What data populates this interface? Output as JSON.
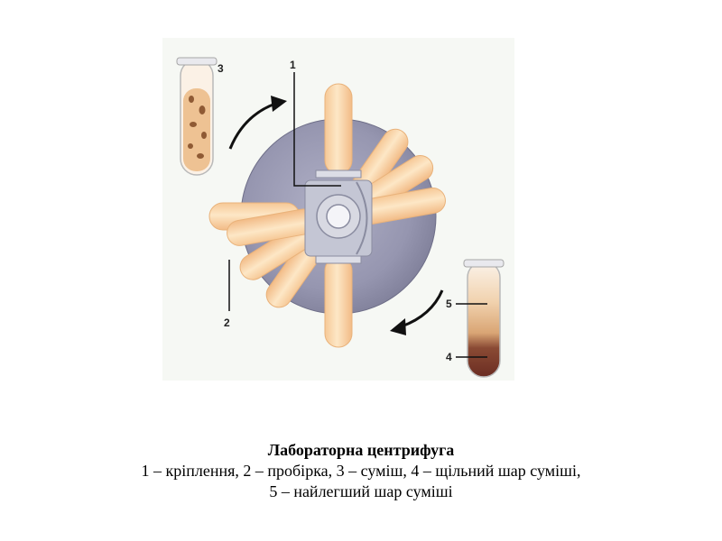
{
  "figure": {
    "labels": {
      "fastening": "1",
      "test_tube": "2",
      "mixture": "3",
      "dense_layer": "4",
      "lightest_layer": "5"
    }
  },
  "caption": {
    "title": "Лабораторна центрифуга",
    "line1": "1 – кріплення, 2 – пробірка, 3 – суміш, 4 – щільний шар суміші,",
    "line2": "5 – найлегший шар суміші"
  }
}
